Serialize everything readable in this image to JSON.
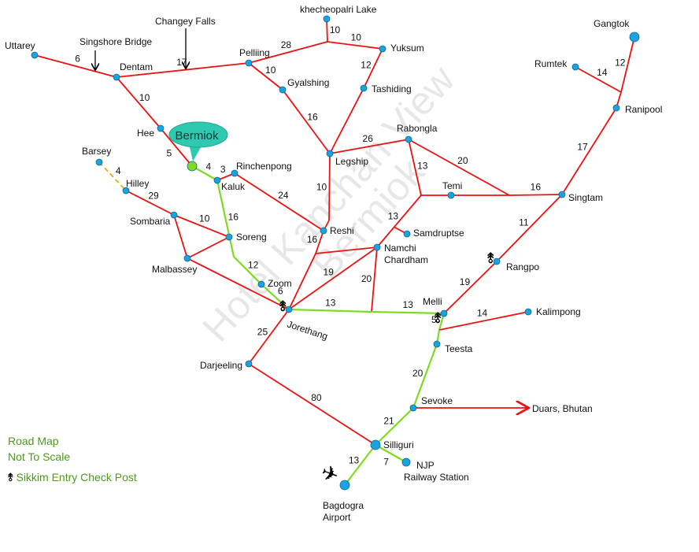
{
  "watermark": {
    "line1": "Hotel Kanchan View",
    "line2": "Bermiok"
  },
  "colors": {
    "road": "#ee1111",
    "highlight_road": "#7ddc1f",
    "alt_road": "#f0a818",
    "node": "#1aa3e0",
    "callout": "#2ec9b0",
    "legend_text": "#4c9a1a"
  },
  "callout": {
    "label": "Bermiok"
  },
  "nodes": {
    "uttarey": "Uttarey",
    "dentam": "Dentam",
    "pelliing": "Pelliing",
    "khecheopalri": "khecheopalri Lake",
    "yuksum": "Yuksum",
    "tashiding": "Tashiding",
    "gyalshing": "Gyalshing",
    "legship": "Legship",
    "rabongla": "Rabongla",
    "temi": "Temi",
    "singtam": "Singtam",
    "ranipool": "Ranipool",
    "gangtok": "Gangtok",
    "rumtek": "Rumtek",
    "hee": "Hee",
    "bermiok": "",
    "kaluk": "Kaluk",
    "rinchenpong": "Rinchenpong",
    "barsey": "Barsey",
    "hilley": "Hilley",
    "sombaria": "Sombaria",
    "soreng": "Soreng",
    "malbassey": "Malbassey",
    "reshi": "Reshi",
    "namchi": "Namchi",
    "samdruptse": "Samdruptse",
    "zoom": "Zoom",
    "jorethang": "Jorethang",
    "melli": "Melli",
    "kalimpong": "Kalimpong",
    "teesta": "Teesta",
    "sevoke": "Sevoke",
    "silliguri": "Silliguri",
    "njp": "NJP",
    "bagdogra": "Bagdogra",
    "darjeeling": "Darjeeling",
    "rangpo": "Rangpo",
    "duars": "Duars, Bhutan"
  },
  "sublabels": {
    "namchi": "Chardham",
    "njp": "Railway Station",
    "bagdogra": "Airport"
  },
  "pointers": {
    "singshore": "Singshore Bridge",
    "changey": "Changey Falls"
  },
  "edges": [
    [
      "uttarey",
      "dentam",
      6,
      "red"
    ],
    [
      "dentam",
      "pelliing",
      17,
      "red"
    ],
    [
      "pelliing",
      "kj",
      28,
      "red"
    ],
    [
      "kj",
      "khecheopalri",
      10,
      "red"
    ],
    [
      "kj",
      "yuksum",
      10,
      "red"
    ],
    [
      "yuksum",
      "tashiding",
      12,
      "red"
    ],
    [
      "tashiding",
      "legship",
      null,
      "red"
    ],
    [
      "pelliing",
      "gyalshing",
      10,
      "red"
    ],
    [
      "gyalshing",
      "legship",
      16,
      "red"
    ],
    [
      "legship",
      "rabongla",
      26,
      "red"
    ],
    [
      "legship",
      "rj",
      10,
      "red"
    ],
    [
      "rj",
      "reshi",
      null,
      "red"
    ],
    [
      "dentam",
      "hee",
      10,
      "red"
    ],
    [
      "hee",
      "bermiok",
      5,
      "red"
    ],
    [
      "bermiok",
      "kaluk",
      4,
      "green"
    ],
    [
      "kaluk",
      "rinchenpong",
      3,
      "red"
    ],
    [
      "rinchenpong",
      "reshi",
      24,
      "red"
    ],
    [
      "kaluk",
      "zb",
      16,
      "green"
    ],
    [
      "zb",
      "zoom",
      12,
      "green"
    ],
    [
      "zoom",
      "jorethang",
      6,
      "green"
    ],
    [
      "barsey",
      "hilley",
      4,
      "dashed"
    ],
    [
      "hilley",
      "sombaria",
      29,
      "red"
    ],
    [
      "sombaria",
      "soreng",
      10,
      "red"
    ],
    [
      "sombaria",
      "malbassey",
      null,
      "red"
    ],
    [
      "malbassey",
      "soreng",
      null,
      "red"
    ],
    [
      "malbassey",
      "jorethang",
      null,
      "red"
    ],
    [
      "reshi",
      "r2",
      16,
      "red"
    ],
    [
      "r2",
      "jorethang",
      null,
      "red"
    ],
    [
      "r2",
      "namchi",
      null,
      "red"
    ],
    [
      "jorethang",
      "namchi",
      19,
      "red"
    ],
    [
      "namchi",
      "tj1",
      13,
      "red"
    ],
    [
      "tj1",
      "rabongla",
      13,
      "red"
    ],
    [
      "tj1",
      "temi",
      null,
      "red"
    ],
    [
      "temi",
      "tj2",
      null,
      "red"
    ],
    [
      "tj2",
      "singtam",
      16,
      "red"
    ],
    [
      "rabongla",
      "tj2",
      20,
      "red"
    ],
    [
      "sj",
      "samdruptse",
      null,
      "red"
    ],
    [
      "namchi",
      "mid",
      20,
      "red"
    ],
    [
      "jorethang",
      "mid",
      13,
      "green"
    ],
    [
      "mid",
      "melli",
      13,
      "green"
    ],
    [
      "singtam",
      "rangpo",
      11,
      "red"
    ],
    [
      "rangpo",
      "melli",
      19,
      "red"
    ],
    [
      "ranipool",
      "singtam",
      17,
      "red"
    ],
    [
      "ranipool",
      "gj",
      null,
      "red"
    ],
    [
      "gj",
      "gangtok",
      12,
      "red"
    ],
    [
      "rumtek",
      "gj",
      14,
      "red"
    ],
    [
      "melli",
      "klj",
      5,
      "green"
    ],
    [
      "klj",
      "kalimpong",
      14,
      "red"
    ],
    [
      "klj",
      "teesta",
      null,
      "green"
    ],
    [
      "teesta",
      "sevoke",
      20,
      "green"
    ],
    [
      "sevoke",
      "silliguri",
      21,
      "green"
    ],
    [
      "sevoke",
      "duars",
      null,
      "arrow"
    ],
    [
      "silliguri",
      "njp",
      7,
      "green"
    ],
    [
      "silliguri",
      "bagdogra",
      13,
      "green"
    ],
    [
      "darjeeling",
      "silliguri",
      80,
      "red"
    ],
    [
      "jorethang",
      "darjeeling",
      25,
      "red"
    ]
  ],
  "check_posts": [
    "rangpo",
    "jorethang",
    "melli"
  ],
  "icons": {
    "check_post": "check-post-icon",
    "airport": "airplane-icon"
  },
  "legend": {
    "line1": "Road Map",
    "line2": "Not To Scale",
    "check_post": "Sikkim Entry Check Post"
  }
}
